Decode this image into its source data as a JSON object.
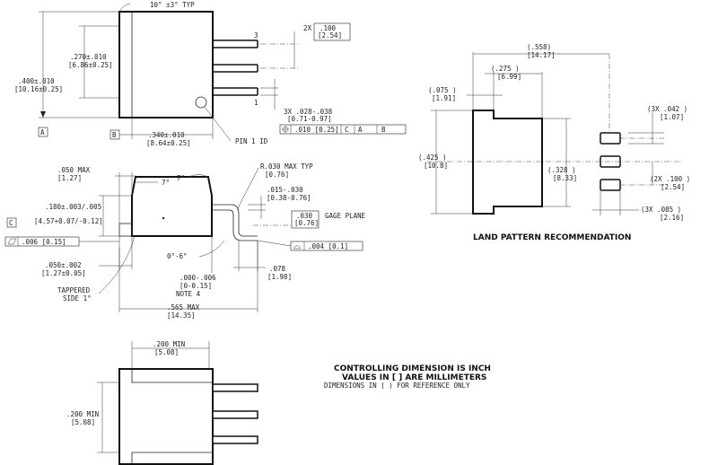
{
  "top_view": {
    "angle_typ": "10° ±3° TYP",
    "pitch_label": "2X",
    "pitch_in": ".100",
    "pitch_mm": "[2.54]",
    "pin3": "3",
    "pin1": "1",
    "dim_270_in": ".270±.010",
    "dim_270_mm": "[6.86±0.25]",
    "dim_400_in": ".400±.010",
    "dim_400_mm": "[10.16±0.25]",
    "lead_width_in": "3X .028-.038",
    "lead_width_mm": "[0.71-0.97]",
    "fcf": ".010 [0.25]",
    "datum_a": "A",
    "datum_b": "B",
    "dim_340_in": ".340±.010",
    "dim_340_mm": "[8.64±0.25]",
    "pin1_id": "PIN 1 ID"
  },
  "side_view": {
    "dim_050max_in": ".050 MAX",
    "dim_050max_mm": "[1.27]",
    "angle_7a": "7°",
    "angle_7b": "7°",
    "radius_in": "R.030 MAX TYP",
    "radius_mm": "[0.76]",
    "dim_015_in": ".015-.030",
    "dim_015_mm": "[0.38-0.76]",
    "dim_180_in": ".180±.003/.005",
    "dim_180_mm": "[4.57+0.07/-0.12]",
    "gage_in": ".030",
    "gage_mm": "[0.76]",
    "gage_plane": "GAGE PLANE",
    "datum_c": "C",
    "flatness": ".006 [0.15]",
    "profile": ".004 [0.1]",
    "angle_0_6": "0°-6°",
    "dim_050_in": ".050±.002",
    "dim_050_mm": "[1.27±0.05]",
    "dim_000_in": ".000-.006",
    "dim_000_mm": "[0-0.15]",
    "note4": "NOTE 4",
    "dim_078_in": ".078",
    "dim_078_mm": "[1.98]",
    "tapered1": "TAPPERED",
    "tapered2": "SIDE 1°",
    "dim_565_in": ".565  MAX",
    "dim_565_mm": "[14.35]"
  },
  "bottom_view": {
    "dim_200min_h": ".200 MIN",
    "dim_200min_h_mm": "[5.08]",
    "dim_200min_v": ".200 MIN",
    "dim_200min_v_mm": "[5.08]"
  },
  "land_pattern": {
    "dim_558": "(.558)",
    "dim_558_mm": "[14.17]",
    "dim_275": "(.275  )",
    "dim_275_mm": "[6.99]",
    "dim_075": "(.075  )",
    "dim_075_mm": "[1.91]",
    "dim_042": "(3X .042  )",
    "dim_042_mm": "[1.07]",
    "dim_425": "(.425  )",
    "dim_425_mm": "[10.8]",
    "dim_328": "(.328  )",
    "dim_328_mm": "[8.33]",
    "dim_100": "(2X .100  )",
    "dim_100_mm": "[2.54]",
    "dim_085": "(3X .085  )",
    "dim_085_mm": "[2.16]",
    "title": "LAND PATTERN RECOMMENDATION"
  },
  "notes": {
    "line1": "CONTROLLING DIMENSION IS INCH",
    "line2": "VALUES IN [ ] ARE MILLIMETERS",
    "line3": "DIMENSIONS IN ( ) FOR REFERENCE ONLY"
  }
}
